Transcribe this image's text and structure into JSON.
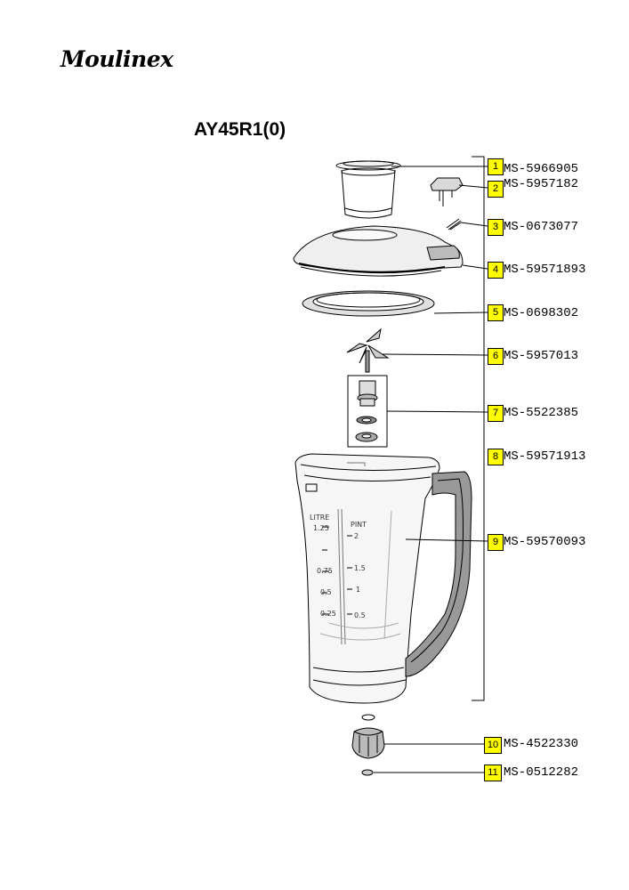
{
  "brand": {
    "logo_text": "Moulinex"
  },
  "model": {
    "title": "AY45R1(0)"
  },
  "parts": [
    {
      "number": "1",
      "code": "MS-5966905"
    },
    {
      "number": "2",
      "code": "MS-5957182"
    },
    {
      "number": "3",
      "code": "MS-0673077"
    },
    {
      "number": "4",
      "code": "MS-59571893"
    },
    {
      "number": "5",
      "code": "MS-0698302"
    },
    {
      "number": "6",
      "code": "MS-5957013"
    },
    {
      "number": "7",
      "code": "MS-5522385"
    },
    {
      "number": "8",
      "code": "MS-59571913"
    },
    {
      "number": "9",
      "code": "MS-59570093"
    },
    {
      "number": "10",
      "code": "MS-4522330"
    },
    {
      "number": "11",
      "code": "MS-0512282"
    }
  ],
  "jug_scale": {
    "litre_label": "LITRE",
    "pint_label": "PINT",
    "litre_marks": [
      "1.25",
      "0.75",
      "0.5",
      "0.25"
    ],
    "pint_marks": [
      "2",
      "1.5",
      "1",
      "0.5"
    ]
  }
}
